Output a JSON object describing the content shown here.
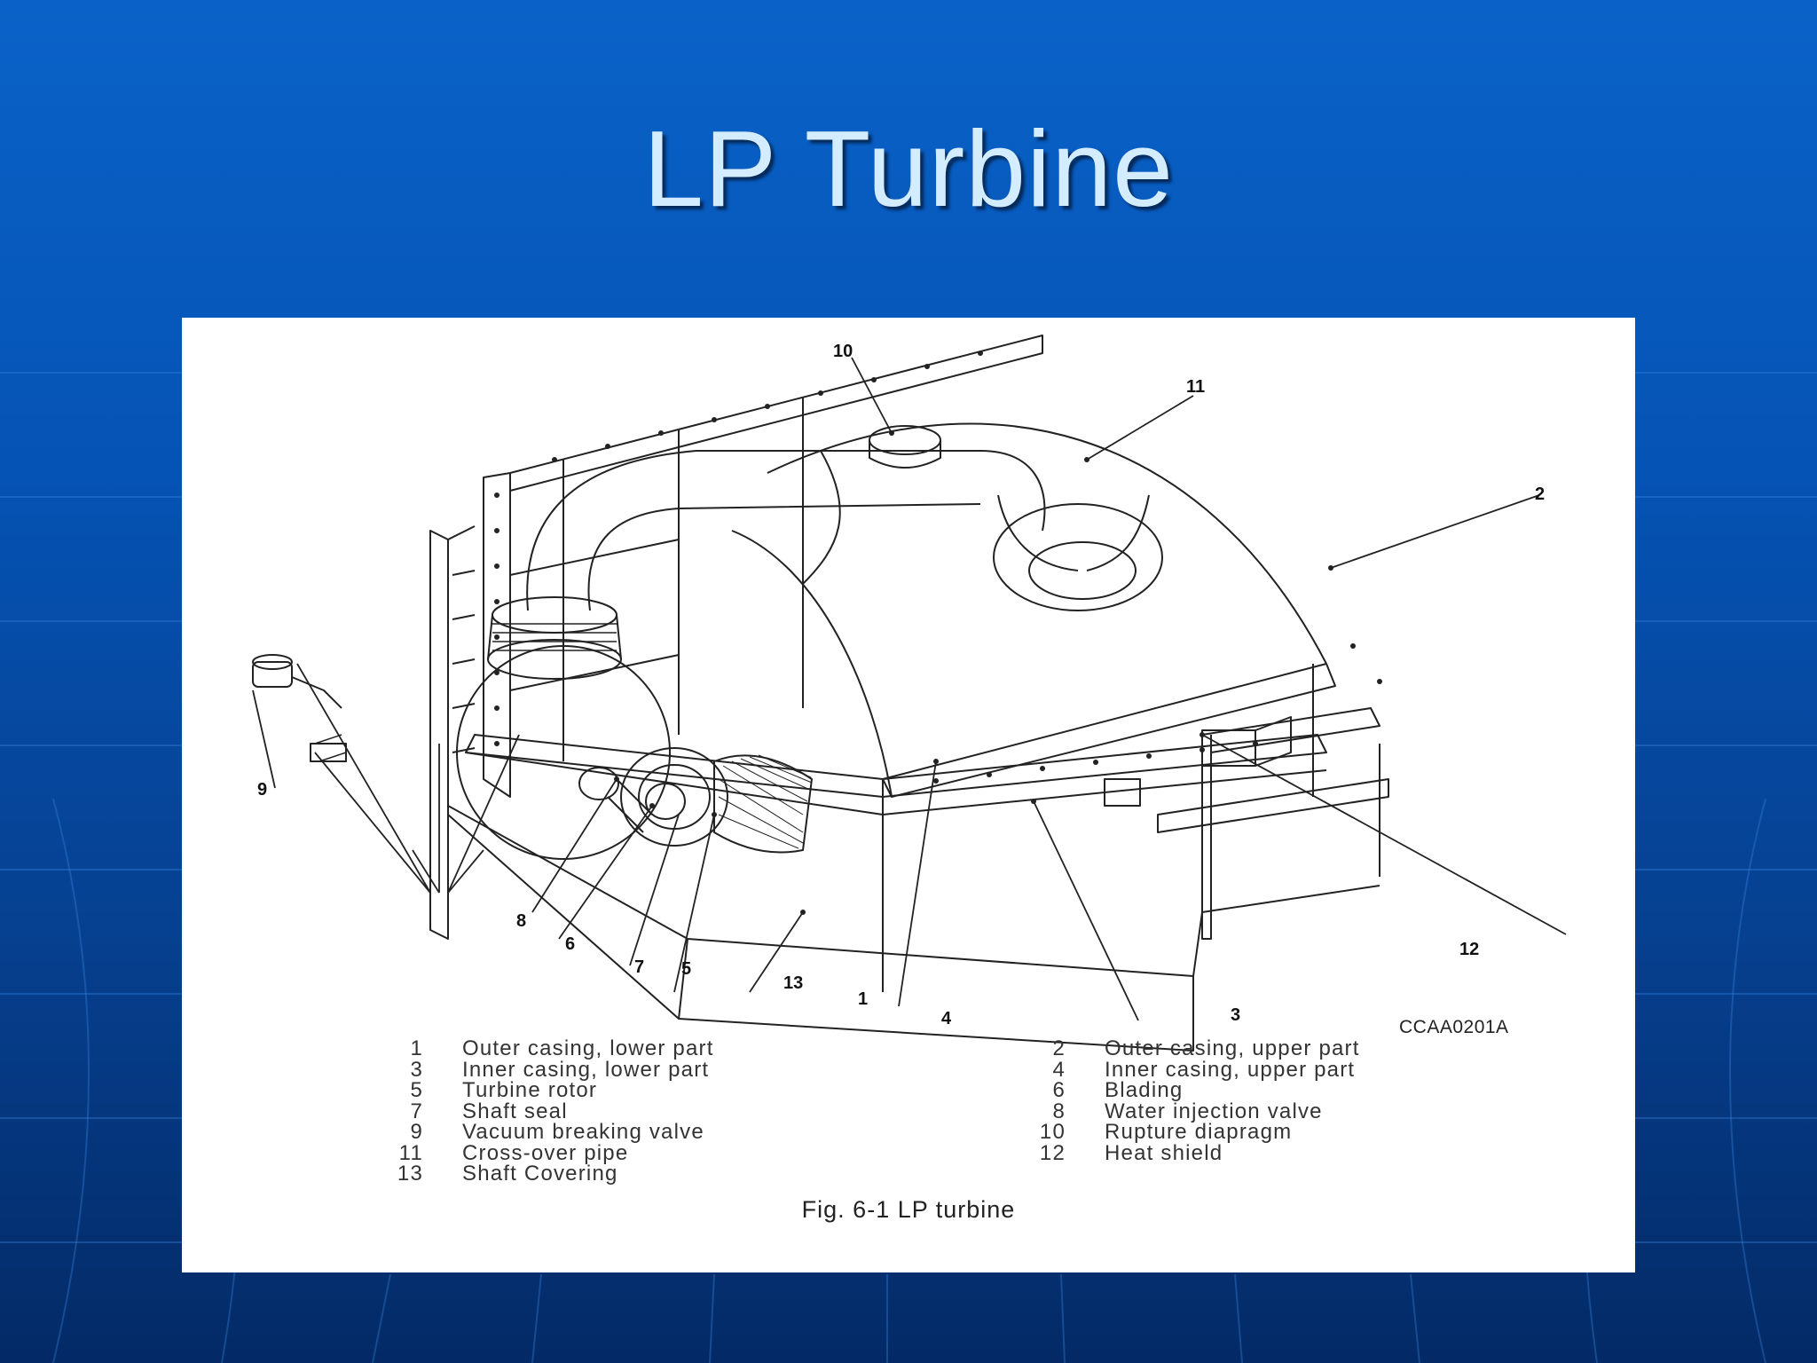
{
  "slide": {
    "title": "LP Turbine"
  },
  "figure": {
    "drawing_code": "CCAA0201A",
    "caption": "Fig. 6-1 LP turbine",
    "callouts": [
      "1",
      "2",
      "3",
      "4",
      "5",
      "6",
      "7",
      "8",
      "9",
      "10",
      "11",
      "12",
      "13"
    ],
    "legend_left": [
      {
        "num": "1",
        "text": "Outer casing, lower part"
      },
      {
        "num": "3",
        "text": "Inner casing, lower part"
      },
      {
        "num": "5",
        "text": "Turbine rotor"
      },
      {
        "num": "7",
        "text": "Shaft seal"
      },
      {
        "num": "9",
        "text": "Vacuum breaking valve"
      },
      {
        "num": "11",
        "text": "Cross-over pipe"
      },
      {
        "num": "13",
        "text": "Shaft Covering"
      }
    ],
    "legend_right": [
      {
        "num": "2",
        "text": "Outer casing, upper part"
      },
      {
        "num": "4",
        "text": "Inner casing, upper part"
      },
      {
        "num": "6",
        "text": "Blading"
      },
      {
        "num": "8",
        "text": "Water injection valve"
      },
      {
        "num": "10",
        "text": "Rupture diapragm"
      },
      {
        "num": "12",
        "text": "Heat shield"
      }
    ]
  }
}
